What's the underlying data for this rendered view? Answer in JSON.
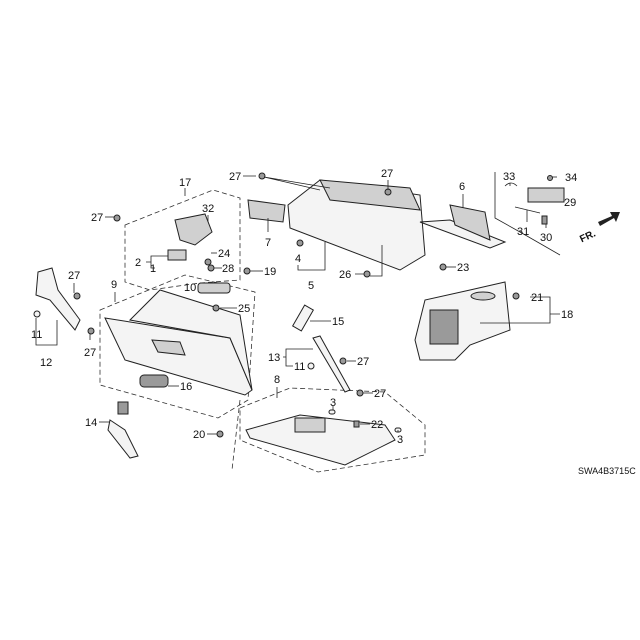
{
  "diagram": {
    "callouts": [
      "27",
      "17",
      "27",
      "32",
      "7",
      "27",
      "6",
      "33",
      "34",
      "29",
      "31",
      "30",
      "24",
      "2",
      "1",
      "28",
      "19",
      "4",
      "5",
      "26",
      "23",
      "27",
      "9",
      "10",
      "25",
      "21",
      "18",
      "15",
      "11",
      "12",
      "27",
      "13",
      "11",
      "27",
      "16",
      "27",
      "8",
      "3",
      "22",
      "3",
      "14",
      "20"
    ],
    "front_indicator": "FR.",
    "diagram_code": "SWA4B3715C"
  }
}
